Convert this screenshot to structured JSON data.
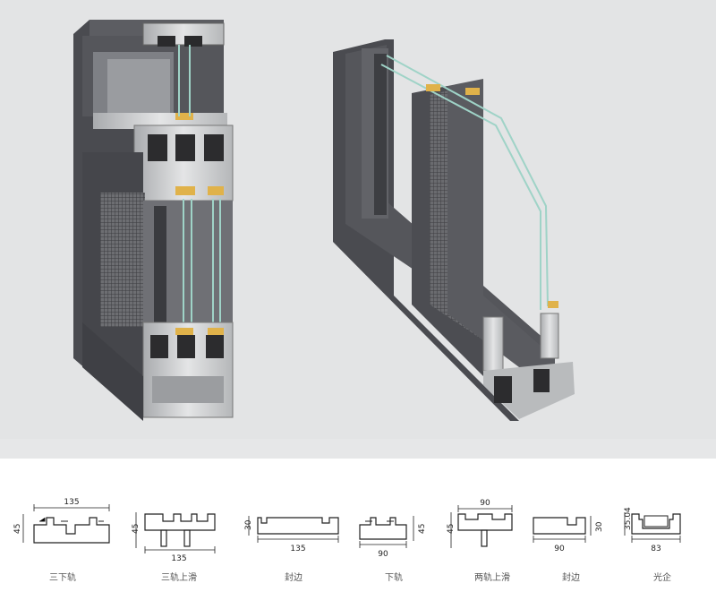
{
  "profiles": [
    {
      "name": "三下轨",
      "width_label": "135",
      "height_label": "45"
    },
    {
      "name": "三轨上滑",
      "width_label": "135",
      "height_label": "45"
    },
    {
      "name": "封边",
      "width_label": "135",
      "height_label": "30"
    },
    {
      "name": "下轨",
      "width_label": "90",
      "height_label": "45"
    },
    {
      "name": "两轨上滑",
      "width_label": "90",
      "height_label": "45"
    },
    {
      "name": "封边",
      "width_label": "90",
      "height_label": "30"
    },
    {
      "name": "光企",
      "width_label": "83",
      "height_label": "35.04"
    }
  ],
  "colors": {
    "frame": "#4a4b50",
    "frame_light": "#5c5d62",
    "aluminum": "#c9cbcd",
    "glass": "#9fd3c7",
    "background": "#e3e4e5",
    "strip": "#ffffff"
  }
}
